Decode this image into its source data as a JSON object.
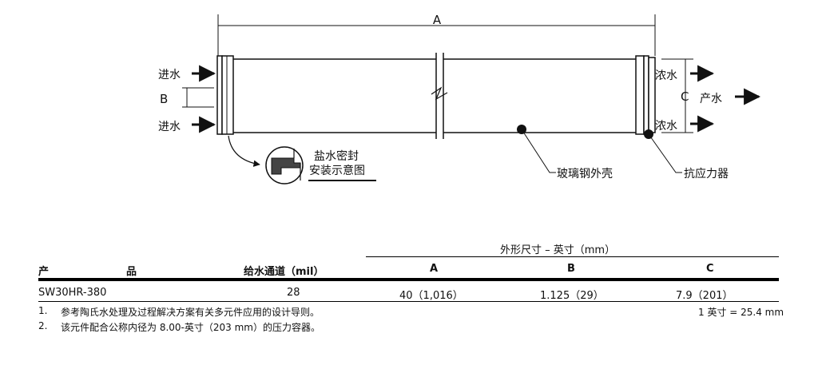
{
  "diagram": {
    "dim_a": "A",
    "dim_b": "B",
    "dim_c": "C",
    "feed_top": "进水",
    "feed_bottom": "进水",
    "concentrate_top": "浓水",
    "concentrate_bottom": "浓水",
    "product": "产水",
    "brine_seal": [
      "盐水密封",
      "安装示意图"
    ],
    "shell": "玻璃钢外壳",
    "anti_telescoping": "抗应力器"
  },
  "table": {
    "group_header": "外形尺寸 – 英寸（mm）",
    "product_header_1": "产",
    "product_header_2": "品",
    "feed_spacer_header": "给水通道（mil）",
    "col_a": "A",
    "col_b": "B",
    "col_c": "C",
    "row": {
      "product": "SW30HR-380",
      "feed_spacer": "28",
      "a": "40（1,016）",
      "b": "1.125（29）",
      "c": "7.9（201）"
    }
  },
  "notes": {
    "n1_num": "1.",
    "n1_text": "参考陶氏水处理及过程解决方案有关多元件应用的设计导则。",
    "n2_num": "2.",
    "n2_text": "该元件配合公称内径为 8.00-英寸（203 mm）的压力容器。",
    "conversion": "1 英寸 = 25.4 mm"
  }
}
